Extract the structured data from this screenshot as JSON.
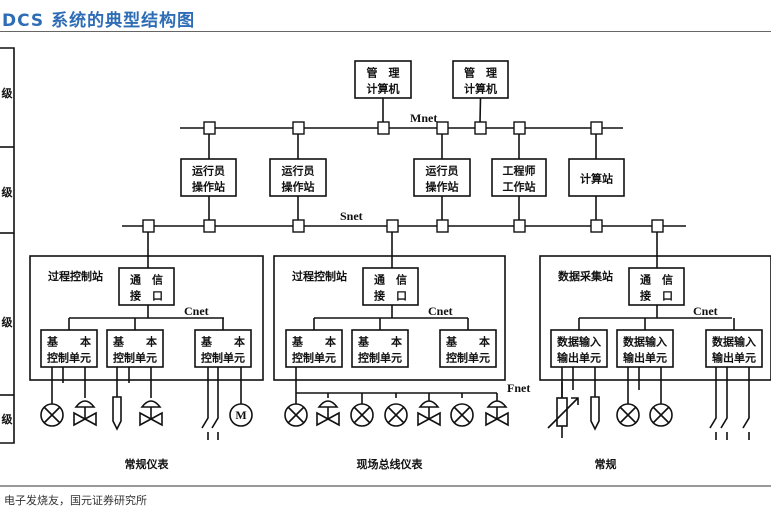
{
  "title": "DCS 系统的典型结构图",
  "source": "电子发烧友，国元证券研究所",
  "accent_color": "#2e6db5",
  "levels": [
    "级",
    "级",
    "级",
    "级"
  ],
  "networks": {
    "mnet": "Mnet",
    "snet": "Snet",
    "cnet": "Cnet",
    "fnet": "Fnet"
  },
  "management": [
    {
      "line1": "管　理",
      "line2": "计算机"
    },
    {
      "line1": "管　理",
      "line2": "计算机"
    }
  ],
  "stations": [
    {
      "line1": "运行员",
      "line2": "操作站"
    },
    {
      "line1": "运行员",
      "line2": "操作站"
    },
    {
      "line1": "运行员",
      "line2": "操作站"
    },
    {
      "line1": "工程师",
      "line2": "工作站"
    },
    {
      "line1": "计算站",
      "line2": ""
    }
  ],
  "field_stations": [
    {
      "label": "过程控制站",
      "comm": {
        "line1": "通　信",
        "line2": "接　口"
      },
      "units": [
        {
          "line1": "基　　本",
          "line2": "控制单元"
        },
        {
          "line1": "基　　本",
          "line2": "控制单元"
        },
        {
          "line1": "基　　本",
          "line2": "控制单元"
        }
      ],
      "bottom_label": "常规仪表"
    },
    {
      "label": "过程控制站",
      "comm": {
        "line1": "通　信",
        "line2": "接　口"
      },
      "units": [
        {
          "line1": "基　　本",
          "line2": "控制单元"
        },
        {
          "line1": "基　　本",
          "line2": "控制单元"
        },
        {
          "line1": "基　　本",
          "line2": "控制单元"
        }
      ],
      "bottom_label": "现场总线仪表"
    },
    {
      "label": "数据采集站",
      "comm": {
        "line1": "通　信",
        "line2": "接　口"
      },
      "units": [
        {
          "line1": "数据输入",
          "line2": "输出单元"
        },
        {
          "line1": "数据输入",
          "line2": "输出单元"
        },
        {
          "line1": "数据输入",
          "line2": "输出单元"
        }
      ],
      "bottom_label": "常规"
    }
  ],
  "device_icons": [
    "lamp-icon",
    "valve-icon",
    "thermocouple-icon",
    "switch-icon",
    "motor-icon",
    "variable-resistor-icon"
  ],
  "motor_letter": "M"
}
